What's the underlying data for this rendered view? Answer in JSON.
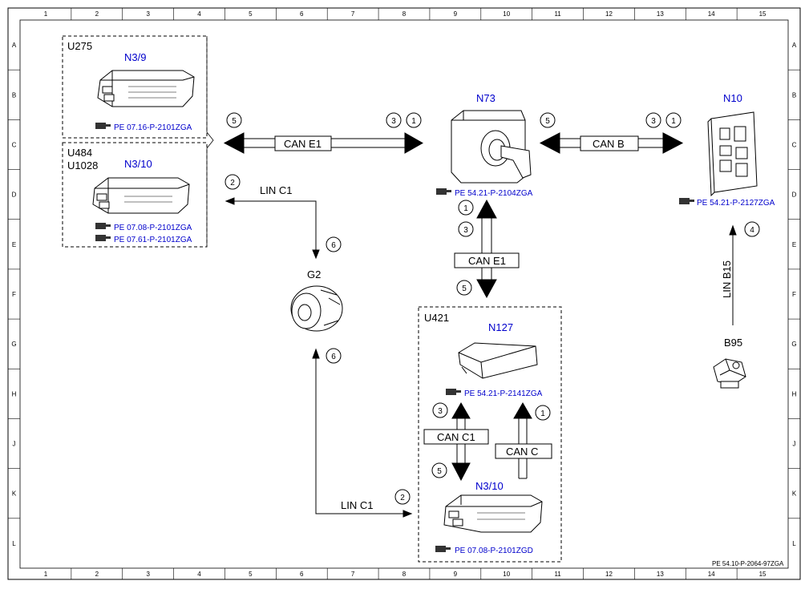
{
  "frame": {
    "columns": [
      "1",
      "2",
      "3",
      "4",
      "5",
      "6",
      "7",
      "8",
      "9",
      "10",
      "11",
      "12",
      "13",
      "14",
      "15"
    ],
    "rows": [
      "A",
      "B",
      "C",
      "D",
      "E",
      "F",
      "G",
      "H",
      "J",
      "K",
      "L"
    ]
  },
  "groups": {
    "u275": "U275",
    "u484": "U484",
    "u1028": "U1028",
    "u421": "U421"
  },
  "components": {
    "n3_9": "N3/9",
    "n3_10_left": "N3/10",
    "n73": "N73",
    "n10": "N10",
    "g2": "G2",
    "n127": "N127",
    "n3_10_bottom": "N3/10",
    "b95": "B95"
  },
  "references": {
    "n3_9": "PE 07.16-P-2101ZGA",
    "n3_10_a": "PE 07.08-P-2101ZGA",
    "n3_10_b": "PE 07.61-P-2101ZGA",
    "n73": "PE 54.21-P-2104ZGA",
    "n10": "PE 54.21-P-2127ZGA",
    "n127": "PE 54.21-P-2141ZGA",
    "n3_10_bottom": "PE 07.08-P-2101ZGD"
  },
  "buses": {
    "can_e1_h": "CAN E1",
    "can_b": "CAN B",
    "lin_c1_top": "LIN C1",
    "can_e1_v": "CAN E1",
    "lin_b15": "LIN B15",
    "can_c1": "CAN C1",
    "can_c": "CAN C",
    "lin_c1_bottom": "LIN C1"
  },
  "markers": {
    "m5_left": "5",
    "m3_left": "3",
    "m1_left": "1",
    "m5_mid": "5",
    "m3_mid": "3",
    "m1_mid": "1",
    "m2_lin_top": "2",
    "m6_top": "6",
    "m1_vert": "1",
    "m3_vert": "3",
    "m5_vert": "5",
    "m4_lin": "4",
    "m6_bottom": "6",
    "m3_c1": "3",
    "m1_c": "1",
    "m5_c1": "5",
    "m2_lin_bottom": "2"
  },
  "footer": {
    "document_id": "PE 54.10-P-2064-97ZGA"
  },
  "colors": {
    "code_blue": "#0000cc",
    "line": "#000000"
  }
}
